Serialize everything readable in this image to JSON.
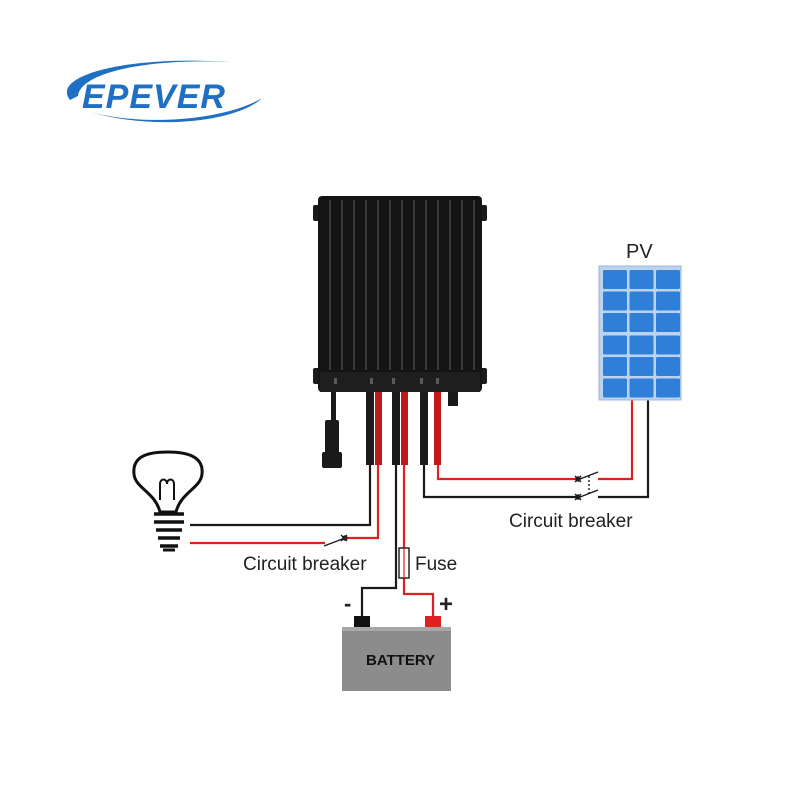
{
  "brand": {
    "name": "EPEVER",
    "color": "#1f6fc4",
    "icon": "epever-logo-swoosh"
  },
  "diagram": {
    "controller": {
      "icon": "solar-charge-controller-icon"
    },
    "pv": {
      "label": "PV",
      "icon": "solar-panel-icon",
      "panel_color": "#2f7fd8"
    },
    "load": {
      "icon": "light-bulb-icon"
    },
    "battery": {
      "label": "BATTERY",
      "neg_symbol": "-",
      "pos_symbol": "+",
      "body_color": "#888888",
      "pos_terminal_color": "#e02020",
      "neg_terminal_color": "#111111"
    },
    "fuse": {
      "label": "Fuse"
    },
    "load_breaker": {
      "label": "Circuit breaker"
    },
    "pv_breaker": {
      "label": "Circuit breaker"
    },
    "wire_colors": {
      "positive": "#e02020",
      "negative": "#1a1a1a"
    }
  }
}
